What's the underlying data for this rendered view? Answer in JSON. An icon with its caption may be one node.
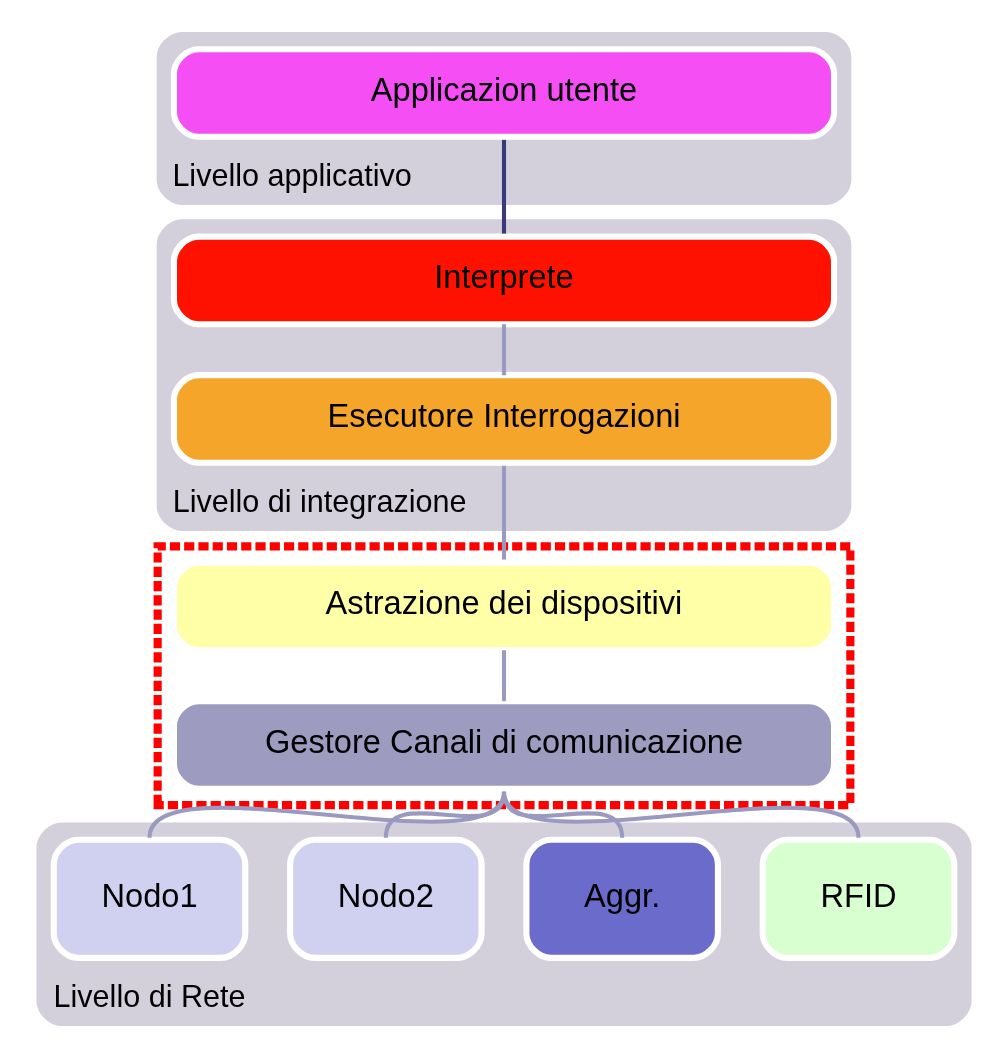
{
  "diagram": {
    "nodes": [
      {
        "text": [
          "Livello applicativo"
        ]
      },
      {
        "text": [
          "Applicazion utente"
        ],
        "in": 0
      },
      {
        "text": [
          "Livello di integrazione"
        ]
      },
      {
        "text": [
          "Interprete"
        ],
        "in": 2
      },
      {
        "text": [
          "Esecutore Interrogazioni"
        ],
        "in": 2
      },
      {
        "text": [],
        "shape": "box"
      },
      {
        "text": [
          "Astrazione dei dispositivi"
        ],
        "in": 5
      },
      {
        "text": [
          "Gestore Canali di comunicazione"
        ],
        "in": 5
      },
      {
        "text": [
          "Livello di Rete"
        ]
      },
      {
        "text": [
          "Nodo1"
        ],
        "in": 8
      },
      {
        "text": [
          "Nodo2"
        ],
        "in": 8
      },
      {
        "text": [
          "Aggr."
        ],
        "in": 8
      },
      {
        "text": [
          "RFID"
        ],
        "in": 8
      }
    ],
    "edges": [
      {
        "from": 1,
        "to": 3,
        "arrow": "none",
        "color": "#3a3a7a"
      },
      {
        "from": 3,
        "to": 4,
        "arrow": "none"
      },
      {
        "from": 4,
        "to": 6,
        "arrow": "none"
      },
      {
        "from": 6,
        "to": 7,
        "arrow": "none"
      },
      {
        "from": 7,
        "to": 9,
        "arrow": "none"
      },
      {
        "from": 7,
        "to": 10,
        "arrow": "none"
      },
      {
        "from": 7,
        "to": 11,
        "arrow": "none"
      },
      {
        "from": 7,
        "to": 12,
        "arrow": "none"
      }
    ]
  }
}
